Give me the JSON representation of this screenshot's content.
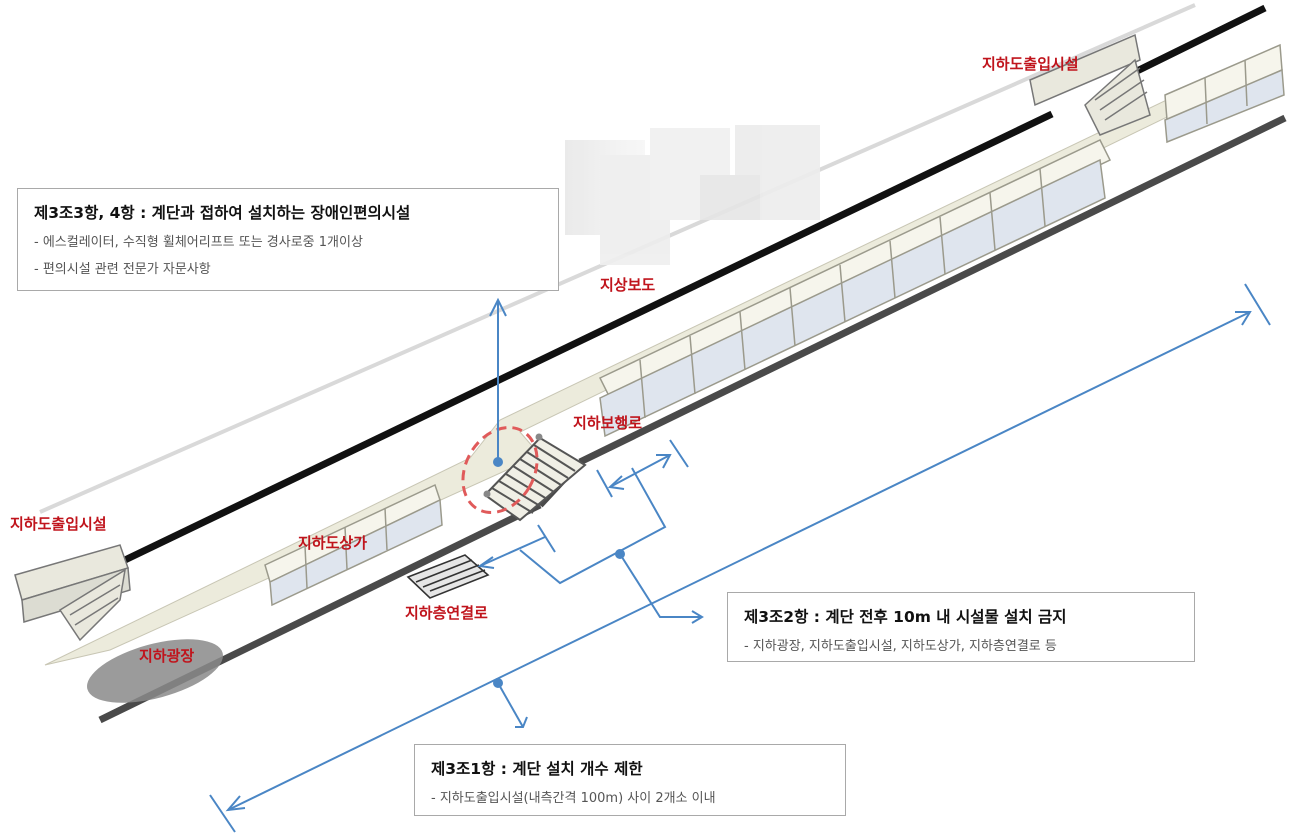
{
  "labels": {
    "entrance_top": "지하도출입시설",
    "entrance_left": "지하도출입시설",
    "ground_walkway": "지상보도",
    "underground_walkway": "지하보행로",
    "underground_mall": "지하도상가",
    "floor_connection": "지하층연결로",
    "underground_plaza": "지하광장"
  },
  "box_art3_3": {
    "title": "제3조3항, 4항 : 계단과 접하여 설치하는 장애인편의시설",
    "lines": [
      "- 에스컬레이터, 수직형 휠체어리프트 또는 경사로중 1개이상",
      "- 편의시설 관련 전문가 자문사항"
    ]
  },
  "box_art3_2": {
    "title": "제3조2항 : 계단 전후 10m 내 시설물 설치 금지",
    "lines": [
      "- 지하광장, 지하도출입시설, 지하도상가, 지하층연결로 등"
    ]
  },
  "box_art3_1": {
    "title": "제3조1항 : 계단 설치 개수 제한",
    "lines": [
      "- 지하도출입시설(내측간격 100m) 사이 2개소 이내"
    ]
  },
  "colors": {
    "label_red": "#c0141c",
    "arrow_blue": "#4a86c5",
    "highlight_red": "#e05a5a",
    "road_black": "#111111"
  }
}
